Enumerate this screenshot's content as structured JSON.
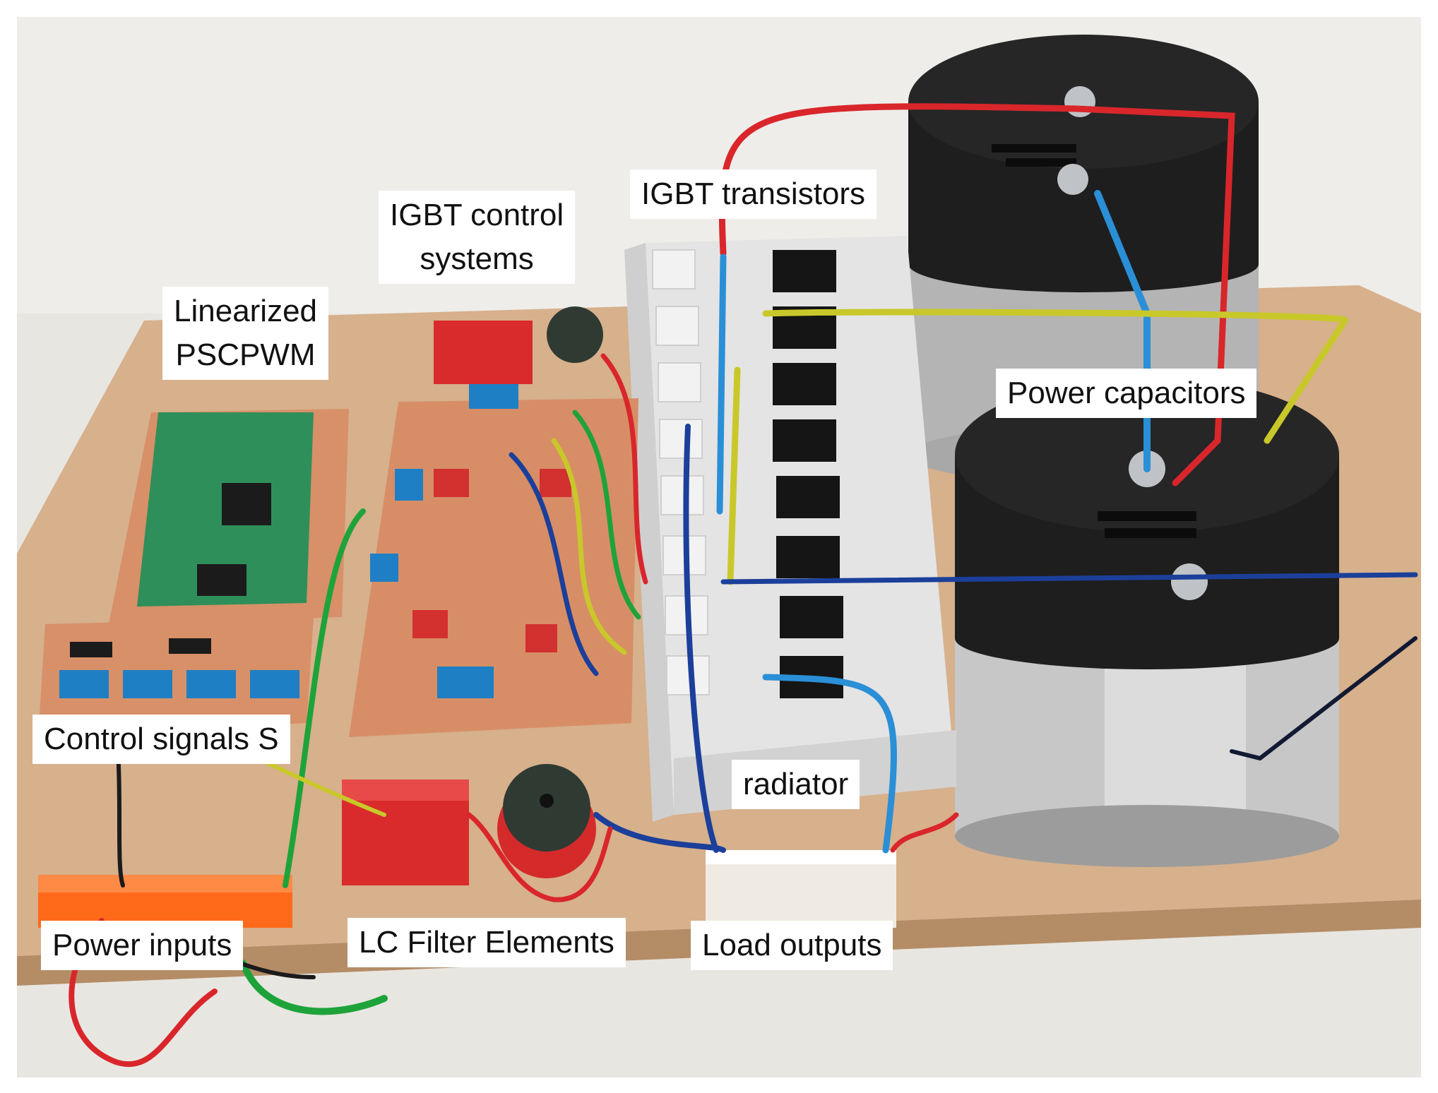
{
  "labels": {
    "linearized_pscpwm": [
      "Linearized",
      "PSCPWM"
    ],
    "igbt_control_systems": [
      "IGBT control",
      "systems"
    ],
    "igbt_transistors": "IGBT transistors",
    "power_capacitors": "Power capacitors",
    "control_signals": "Control signals S",
    "radiator": "radiator",
    "power_inputs": "Power inputs",
    "lc_filter_elements": "LC Filter Elements",
    "load_outputs": "Load outputs"
  },
  "colors": {
    "background_wall": "#e8e6e1",
    "wooden_board": "#d7b08c",
    "pcb_copper": "#d79068",
    "pcb_green": "#2f8f5a",
    "heatsink": "#e4e4e4",
    "capacitor_top": "#1e1e1e",
    "capacitor_body": "#c9c9c9",
    "terminal_blue": "#1f7fc4",
    "terminal_orange": "#ff6a1a",
    "wire_red": "#d9262b",
    "wire_blue": "#1b3f9a",
    "wire_yellow": "#c9c82a",
    "wire_green": "#1ea33a",
    "inductor": "#2f3a33",
    "relay_red": "#d92b2b"
  }
}
